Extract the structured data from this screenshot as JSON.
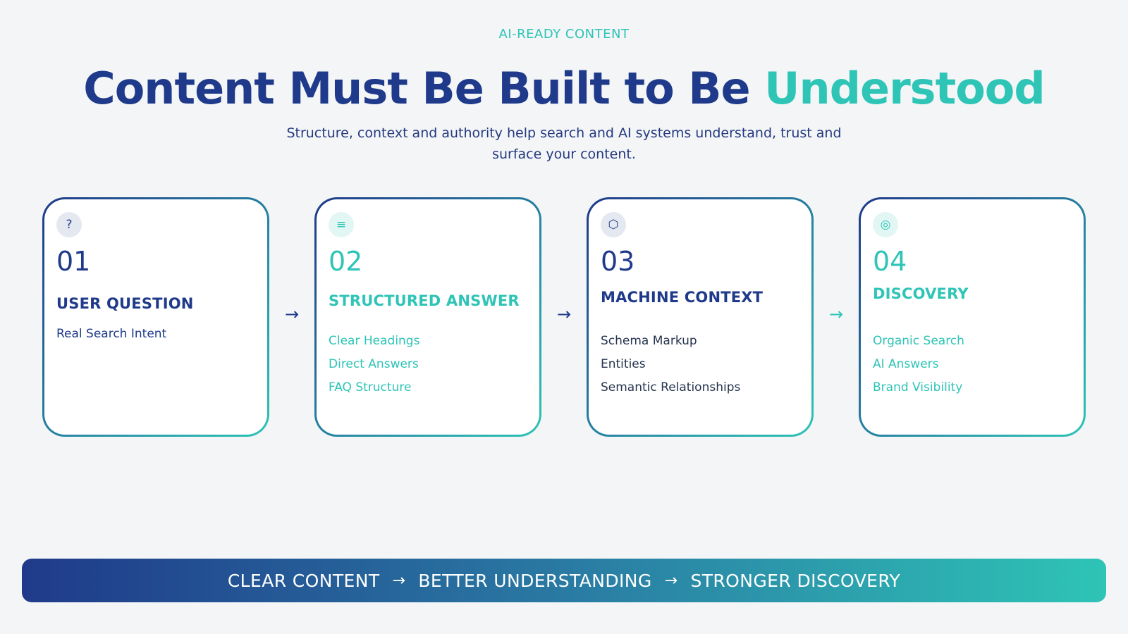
{
  "header": {
    "eyebrow": "AI-READY CONTENT",
    "headline_main": "Content Must Be Built to Be ",
    "headline_accent": "Understood",
    "subtitle": "Structure, context and authority help search and AI systems understand, trust and surface your content."
  },
  "colors": {
    "navy": "#1f3a8a",
    "teal": "#2ec4b6",
    "background": "#f3f5f7"
  },
  "cards": [
    {
      "icon": "question-icon",
      "icon_glyph": "?",
      "number": "01",
      "title": "USER QUESTION",
      "items": [
        "Real Search Intent"
      ]
    },
    {
      "icon": "list-icon",
      "icon_glyph": "≡",
      "number": "02",
      "title": "STRUCTURED ANSWER",
      "items": [
        "Clear Headings",
        "Direct Answers",
        "FAQ Structure"
      ]
    },
    {
      "icon": "hexagon-icon",
      "icon_glyph": "⬡",
      "number": "03",
      "title": "MACHINE CONTEXT",
      "items": [
        "Schema Markup",
        "Entities",
        "Semantic Relationships"
      ]
    },
    {
      "icon": "target-icon",
      "icon_glyph": "◎",
      "number": "04",
      "title": "DISCOVERY",
      "items": [
        "Organic Search",
        "AI Answers",
        "Brand Visibility"
      ]
    }
  ],
  "arrows": {
    "glyph": "→"
  },
  "banner": {
    "step1": "CLEAR CONTENT",
    "step2": "BETTER UNDERSTANDING",
    "step3": "STRONGER DISCOVERY",
    "separator": "→"
  }
}
